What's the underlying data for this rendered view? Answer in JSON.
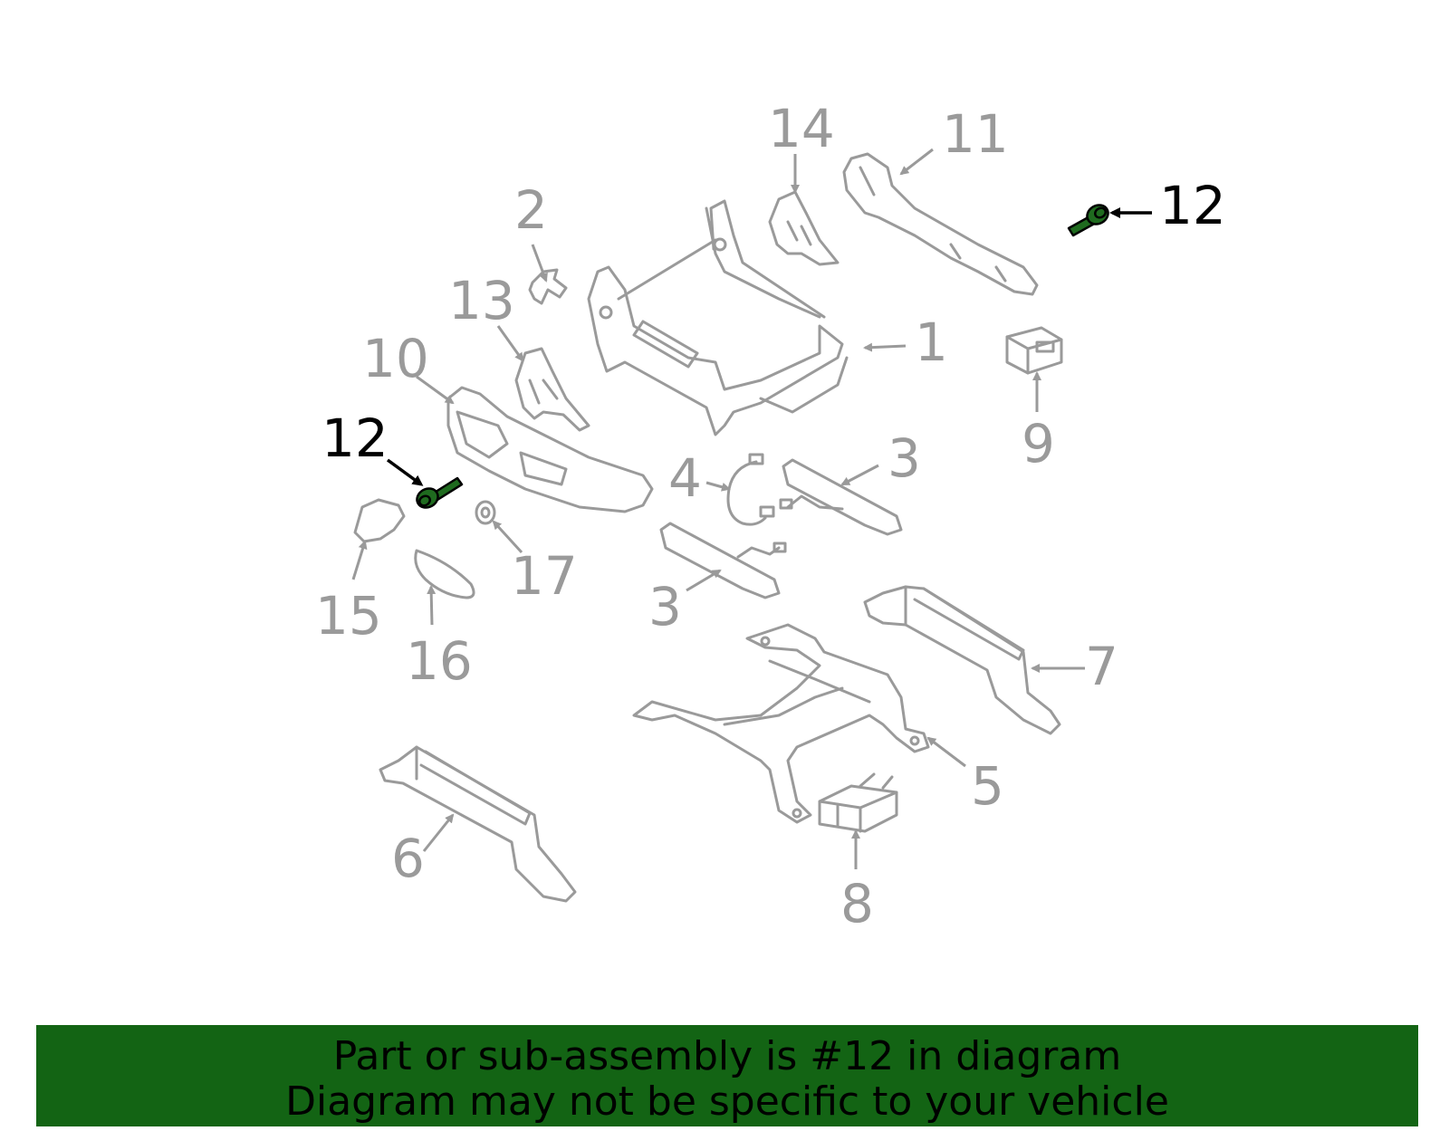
{
  "callouts": {
    "c1": "1",
    "c2": "2",
    "c3a": "3",
    "c3b": "3",
    "c4": "4",
    "c5": "5",
    "c6": "6",
    "c7": "7",
    "c8": "8",
    "c9": "9",
    "c10": "10",
    "c11": "11",
    "c12a": "12",
    "c12b": "12",
    "c13": "13",
    "c14": "14",
    "c15": "15",
    "c16": "16",
    "c17": "17"
  },
  "colors": {
    "part_stroke": "#9a9a9a",
    "highlight_part": "#1f6b1f",
    "banner_background": "#136414",
    "banner_text": "#000000"
  },
  "banner": {
    "line1": "Part or sub-assembly is #12 in diagram",
    "line2": "Diagram may not be specific to your vehicle"
  }
}
